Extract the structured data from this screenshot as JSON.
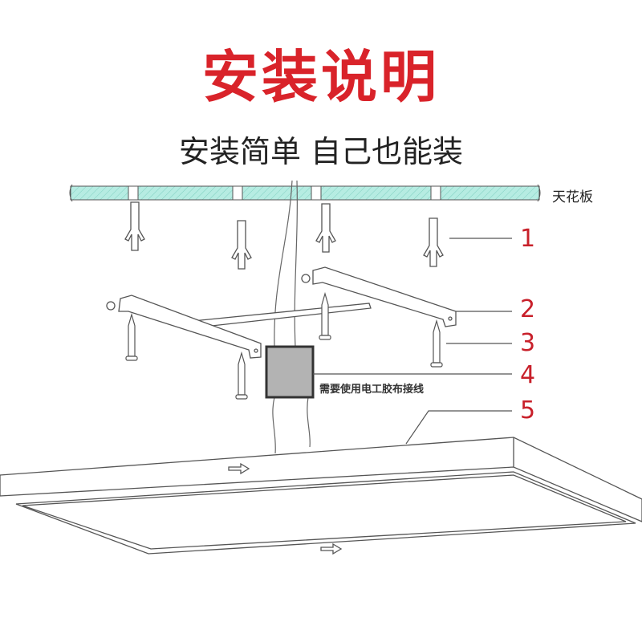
{
  "title": "安装说明",
  "subtitle": "安装简单 自己也能装",
  "ceiling_label": "天花板",
  "callouts": [
    "1",
    "2",
    "3",
    "4",
    "5"
  ],
  "box_caption": "需要使用电工胶布接线",
  "colors": {
    "title": "#d9232a",
    "callout": "#c8202a",
    "ceiling": "#a8e6dc",
    "box": "#b3b3b3"
  }
}
